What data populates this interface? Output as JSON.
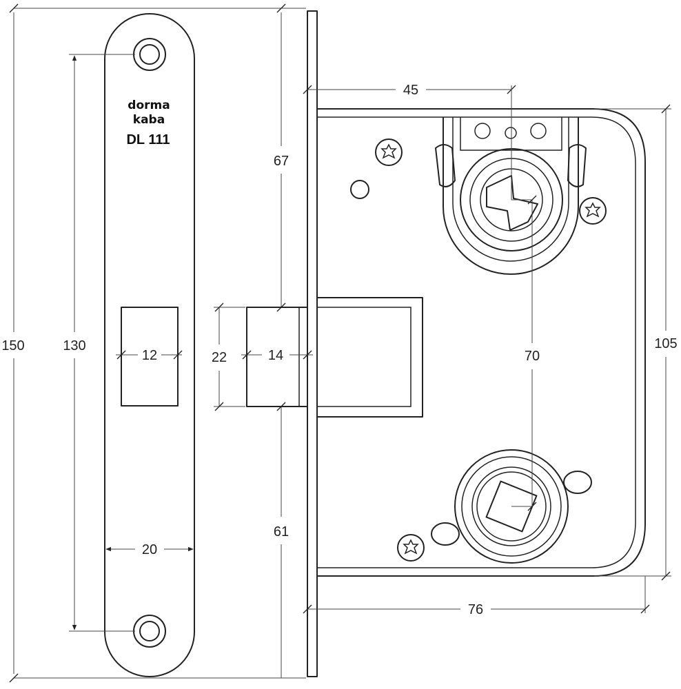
{
  "brand": {
    "line1": "dorma",
    "line2": "kaba"
  },
  "model": "DL 111",
  "dimensions": {
    "overall_height": "150",
    "screw_spacing": "130",
    "slot_width": "12",
    "faceplate_width": "20",
    "upper_offset": "67",
    "latch_height": "22",
    "latch_projection": "14",
    "lower_offset": "61",
    "backset": "45",
    "center_distance": "70",
    "case_height": "105",
    "case_depth": "76"
  },
  "colors": {
    "line": "#222222",
    "background": "#ffffff"
  }
}
